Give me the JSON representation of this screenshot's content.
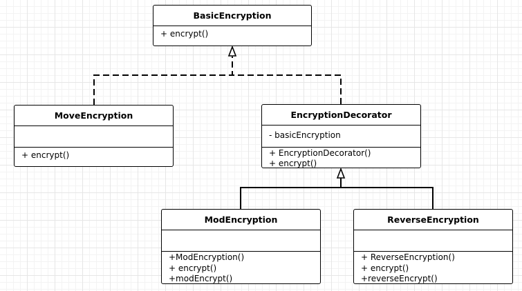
{
  "classes": {
    "basic_encryption": {
      "name": "BasicEncryption",
      "attributes": [],
      "methods": [
        "+ encrypt()"
      ]
    },
    "move_encryption": {
      "name": "MoveEncryption",
      "attributes": [],
      "methods": [
        "+ encrypt()"
      ]
    },
    "encryption_decorator": {
      "name": "EncryptionDecorator",
      "attributes": [
        "- basicEncryption"
      ],
      "methods": [
        "+ EncryptionDecorator()",
        "+ encrypt()"
      ]
    },
    "mod_encryption": {
      "name": "ModEncryption",
      "attributes": [],
      "methods": [
        "+ModEncryption()",
        "+ encrypt()",
        "+modEncrypt()"
      ]
    },
    "reverse_encryption": {
      "name": "ReverseEncryption",
      "attributes": [],
      "methods": [
        "+ ReverseEncryption()",
        "+ encrypt()",
        "+reverseEncrypt()"
      ]
    }
  },
  "relationships": [
    {
      "type": "realization",
      "from": "move_encryption",
      "to": "basic_encryption"
    },
    {
      "type": "realization",
      "from": "encryption_decorator",
      "to": "basic_encryption"
    },
    {
      "type": "inheritance",
      "from": "mod_encryption",
      "to": "encryption_decorator"
    },
    {
      "type": "inheritance",
      "from": "reverse_encryption",
      "to": "encryption_decorator"
    }
  ]
}
